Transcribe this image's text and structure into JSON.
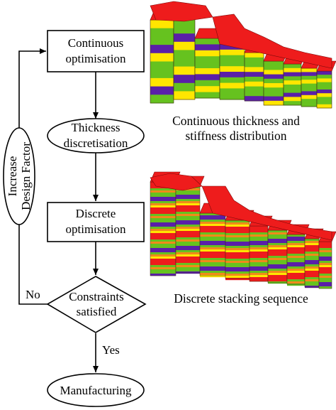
{
  "flow": {
    "continuous_opt": [
      "Continuous",
      "optimisation"
    ],
    "thickness_disc": [
      "Thickness",
      "discretisation"
    ],
    "discrete_opt": [
      "Discrete",
      "optimisation"
    ],
    "constraints": [
      "Constraints",
      "satisfied"
    ],
    "manufacturing": "Manufacturing",
    "increase_factor": [
      "Increase",
      "Design Factor"
    ],
    "no_label": "No",
    "yes_label": "Yes"
  },
  "captions": {
    "continuous": [
      "Continuous thickness and",
      "stiffness distribution"
    ],
    "discrete": "Discrete stacking sequence"
  },
  "colors": {
    "red": "#ee1c1c",
    "green": "#66c21f",
    "yellow": "#ffe600",
    "purple": "#5a1fa8",
    "orange": "#f08a1a"
  }
}
